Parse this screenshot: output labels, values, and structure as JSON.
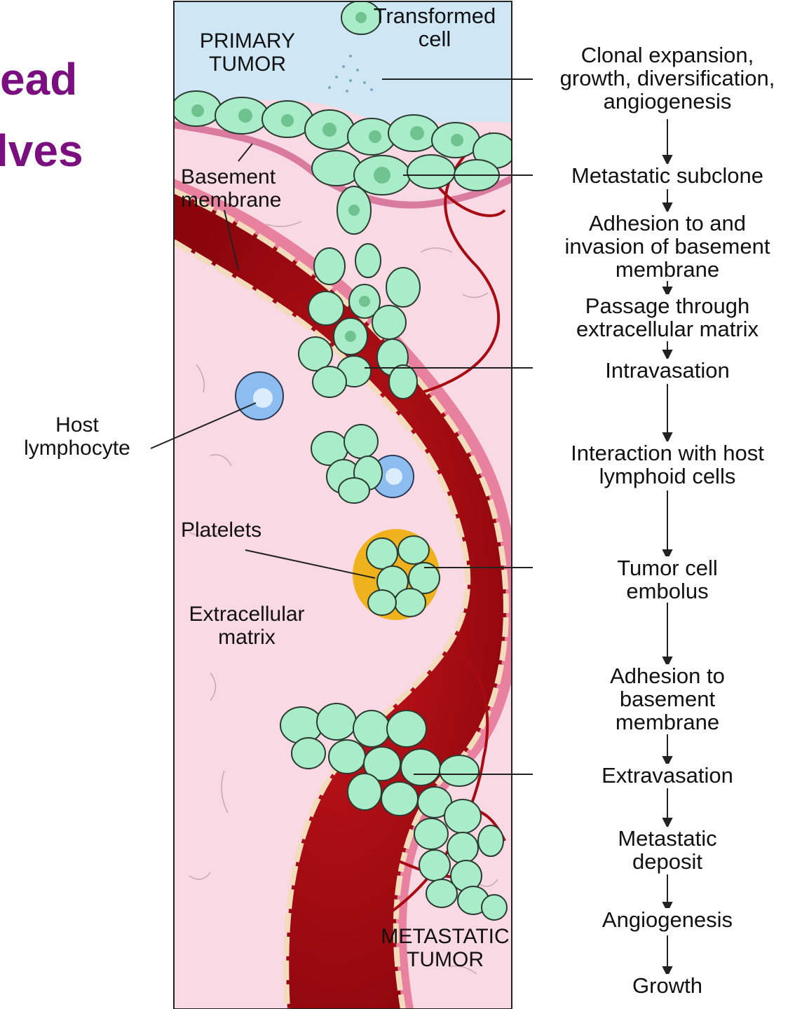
{
  "slide_title": {
    "line1": "ead",
    "line2": "lves"
  },
  "figure_labels": {
    "primary_tumor": "PRIMARY\nTUMOR",
    "transformed_cell": "Transformed\ncell",
    "basement_membrane": "Basement\nmembrane",
    "host_lymphocyte": "Host\nlymphocyte",
    "platelets": "Platelets",
    "extracellular_matrix": "Extracellular\nmatrix",
    "metastatic_tumor": "METASTATIC\nTUMOR"
  },
  "steps": [
    "Clonal expansion,\ngrowth, diversification,\nangiogenesis",
    "Metastatic subclone",
    "Adhesion to and\ninvasion of basement\nmembrane",
    "Passage through\nextracellular matrix",
    "Intravasation",
    "Interaction with host\nlymphoid cells",
    "Tumor cell\nembolus",
    "Adhesion to\nbasement\nmembrane",
    "Extravasation",
    "Metastatic\ndeposit",
    "Angiogenesis",
    "Growth"
  ],
  "colors": {
    "title": "#7b0f80",
    "background_fluid": "#cfe7f5",
    "tissue": "#f9d9e4",
    "vessel": "#a80a12",
    "tumor_cell": "#a8ecc8",
    "platelet": "#f0b21c",
    "lymphocyte": "#8dbdf0"
  }
}
